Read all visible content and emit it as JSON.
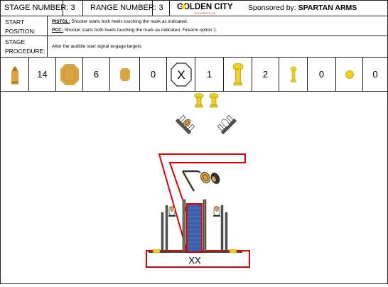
{
  "header": {
    "stage_label": "STAGE NUMBER:",
    "stage_value": "3",
    "range_label": "RANGE NUMBER:",
    "range_value": "3",
    "club_name": "GOLDEN CITY",
    "club_sub": "SHOOTING CLUB",
    "sponsor_prefix": "Sponsored by:",
    "sponsor_name": "SPARTAN ARMS"
  },
  "start_position": {
    "label_line1": "START",
    "label_line2": "POSITION:",
    "pistol_key": "PISTOL:",
    "pistol_text": " Shooter starts both heels touching the mark as indicated.",
    "pcc_key": "PCC:",
    "pcc_text": " Shooter starts both heels touching the mark as indicated. Firearm option 1."
  },
  "procedure": {
    "label_line1": "STAGE",
    "label_line2": "PROCEDURE:",
    "text": "After the audible start signal engage targets."
  },
  "counts": [
    {
      "icon": "bullet-icon",
      "value": "14"
    },
    {
      "icon": "paper-target-icon",
      "value": "6"
    },
    {
      "icon": "mini-target-icon",
      "value": "0"
    },
    {
      "icon": "no-shoot-icon",
      "value": "1"
    },
    {
      "icon": "popper-icon",
      "value": "2"
    },
    {
      "icon": "mini-popper-icon",
      "value": "0"
    },
    {
      "icon": "steel-plate-icon",
      "value": "0"
    }
  ],
  "diagram": {
    "start_mark": "XX"
  },
  "colors": {
    "gold": "#f2d21c",
    "tan": "#d9a441",
    "wall_red": "#e00000",
    "ramp_blue": "#3b5fa8"
  }
}
